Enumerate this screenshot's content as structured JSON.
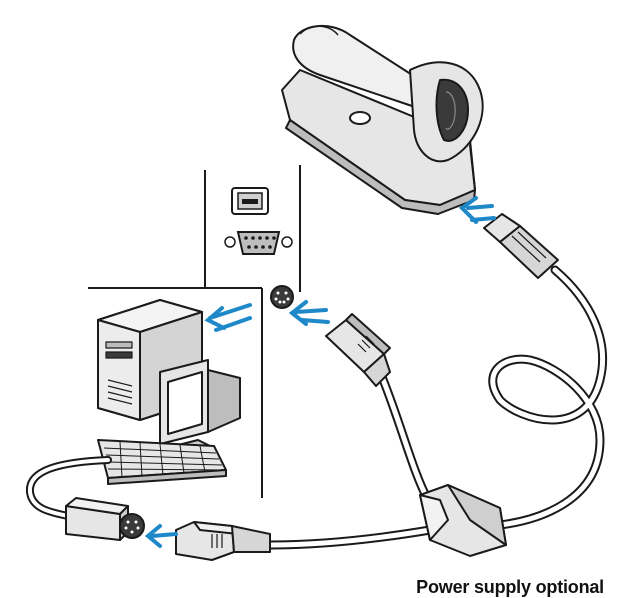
{
  "caption": "Power supply optional",
  "colors": {
    "arrow": "#1e88c8",
    "line": "#1a1a1a",
    "cable": "#ffffff",
    "device_body": "#e6e6e6",
    "device_shade": "#bdbdbd",
    "dark_panel": "#3a3a3a"
  },
  "icons": {
    "scanner": "cordless-barcode-scanner-in-cradle",
    "pc": "desktop-pc-tower",
    "monitor": "crt-monitor",
    "keyboard": "keyboard",
    "ports": "computer-rear-io-panel",
    "ps2_port": "ps2-keyboard-port",
    "connectors": "ps2-y-cable-connectors"
  }
}
